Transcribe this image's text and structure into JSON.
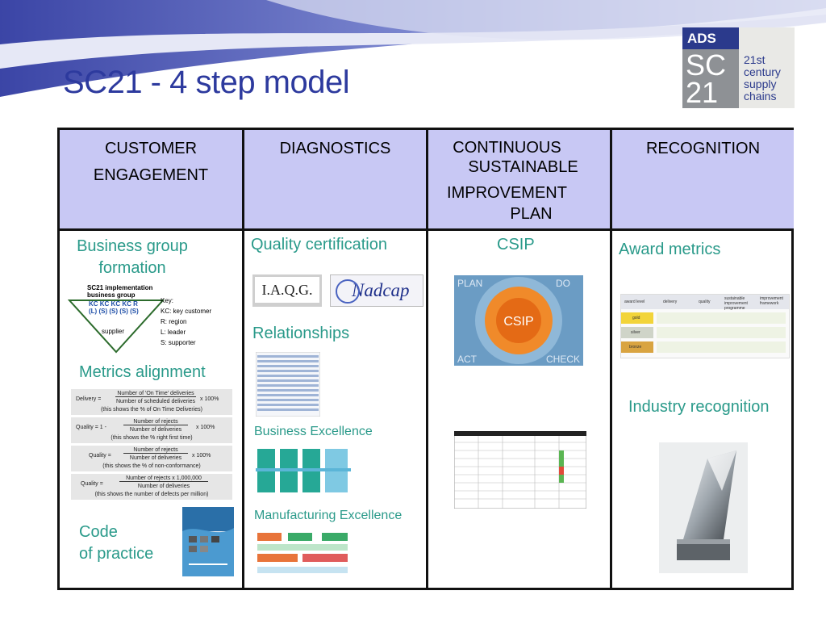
{
  "slide": {
    "title": "SC21 -  4 step model",
    "logo": {
      "brand": "ADS",
      "mark_line1": "SC",
      "mark_line2": "21",
      "tagline": [
        "21st",
        "century",
        "supply",
        "chains"
      ]
    }
  },
  "columns": [
    {
      "header": [
        "CUSTOMER",
        "ENGAGEMENT"
      ]
    },
    {
      "header": [
        "DIAGNOSTICS"
      ]
    },
    {
      "header": [
        "CONTINUOUS",
        "SUSTAINABLE",
        "IMPROVEMENT",
        "PLAN"
      ]
    },
    {
      "header": [
        "RECOGNITION"
      ]
    }
  ],
  "col1": {
    "business_group": [
      "Business group",
      "formation"
    ],
    "diagram_title": [
      "SC21 implementation",
      "business group"
    ],
    "kc_row": [
      "KC KC KC KC R",
      "(L)  (S)  (S)  (S)  (S)"
    ],
    "supplier": "supplier",
    "key": [
      "Key:",
      "KC: key customer",
      "R: region",
      "L: leader",
      "S: supporter"
    ],
    "metrics": "Metrics alignment",
    "formulas": [
      [
        "Delivery =",
        "Number of 'On Time' deliveries",
        "Number of scheduled deliveries",
        "x 100%",
        "(this shows the % of On Time Deliveries)"
      ],
      [
        "Quality = 1 -",
        "Number of rejects",
        "Number of deliveries",
        "x 100%",
        "(this shows the % right first time)"
      ],
      [
        "Quality =",
        "Number of rejects",
        "Number of deliveries",
        "x 100%",
        "(this shows the % of non-conformance)"
      ],
      [
        "Quality =",
        "Number of rejects x 1,000,000",
        "Number of deliveries",
        "",
        "(this shows the number of defects per million)"
      ]
    ],
    "code": [
      "Code",
      "of practice"
    ]
  },
  "col2": {
    "quality": "Quality certification",
    "iaqg": "I.A.Q.G.",
    "nadcap": "Nadcap",
    "relationships": "Relationships",
    "business_excellence": "Business Excellence",
    "manufacturing_excellence": "Manufacturing Excellence"
  },
  "col3": {
    "csip": "CSIP",
    "csip_center": "CSIP",
    "plan": "PLAN",
    "do": "DO",
    "act": "ACT",
    "check": "CHECK"
  },
  "col4": {
    "award": "Award metrics",
    "award_headers": [
      "award level",
      "delivery",
      "quality",
      "sustainable improvement programme",
      "improvement framework"
    ],
    "award_levels": [
      "gold",
      "silver",
      "bronze"
    ],
    "industry": "Industry recognition"
  },
  "colors": {
    "title": "#2d3a9e",
    "header_bg": "#c8c8f4",
    "green_text": "#2a9a8a",
    "brand": "#2b3a8c"
  }
}
